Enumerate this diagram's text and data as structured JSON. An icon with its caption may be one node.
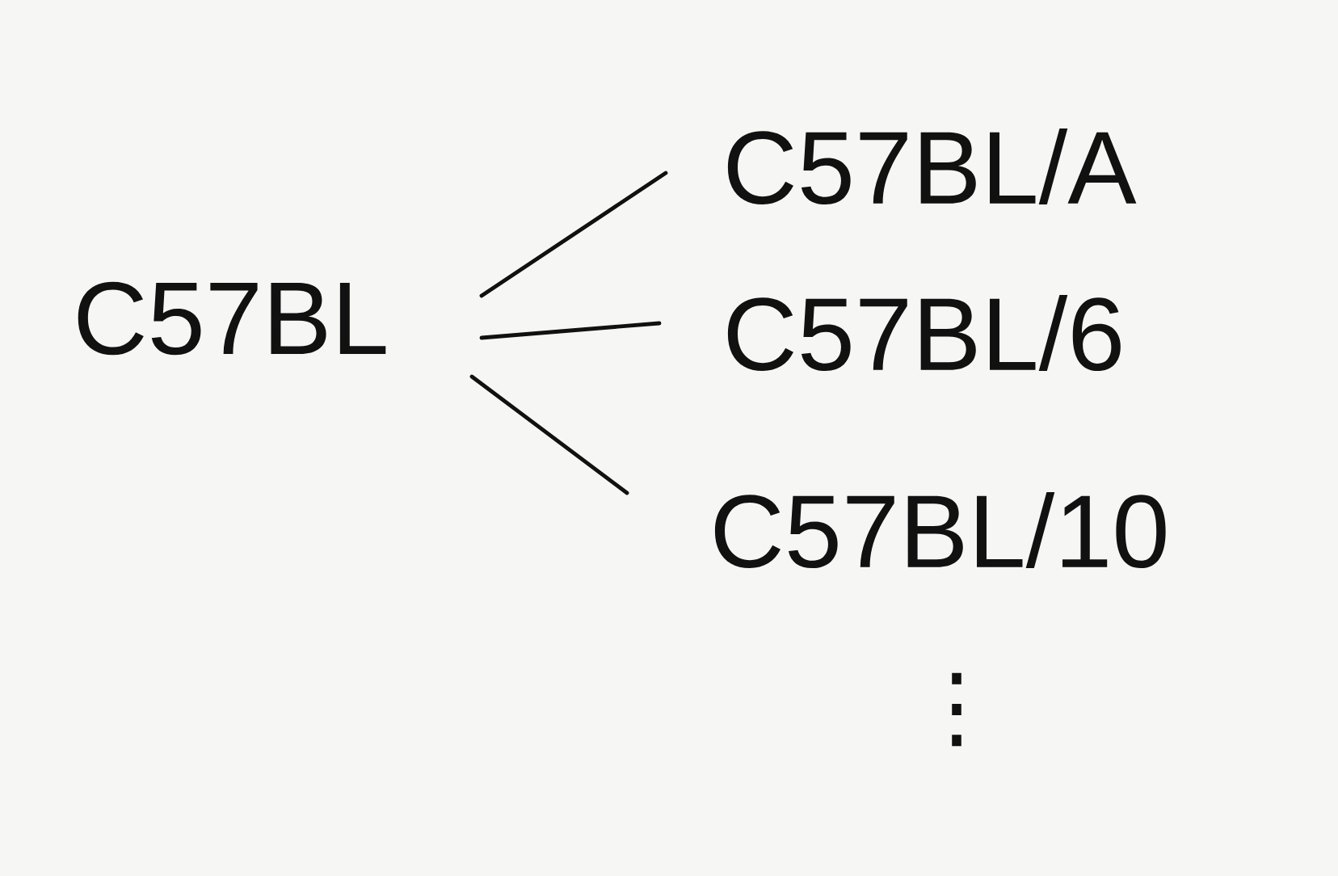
{
  "diagram": {
    "nodes": [
      {
        "text": [
          "C57BL"
        ]
      },
      {
        "text": [
          "C57BL/A"
        ]
      },
      {
        "text": [
          "C57BL/6"
        ]
      },
      {
        "text": [
          "C57BL/10"
        ]
      }
    ],
    "edges": [
      {
        "from": 0,
        "to": 1,
        "arrow": "none"
      },
      {
        "from": 0,
        "to": 2,
        "arrow": "none"
      },
      {
        "from": 0,
        "to": 3,
        "arrow": "none"
      }
    ],
    "labels": [
      "⋮"
    ]
  }
}
